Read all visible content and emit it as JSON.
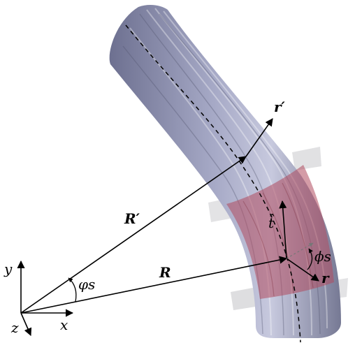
{
  "labels": {
    "r_prime": "r′",
    "R_prime": "R′",
    "R": "R",
    "r": "r",
    "t_hat": "t̂",
    "phi_s": "ϕs",
    "varphi_s": "φs",
    "axis_x": "x",
    "axis_y": "y",
    "axis_z": "z"
  },
  "colors": {
    "fibre_bundle": "#8f93b4",
    "highlight_band": "#b04a5e",
    "arrow": "#000000",
    "dashed_centerline": "#000000"
  }
}
